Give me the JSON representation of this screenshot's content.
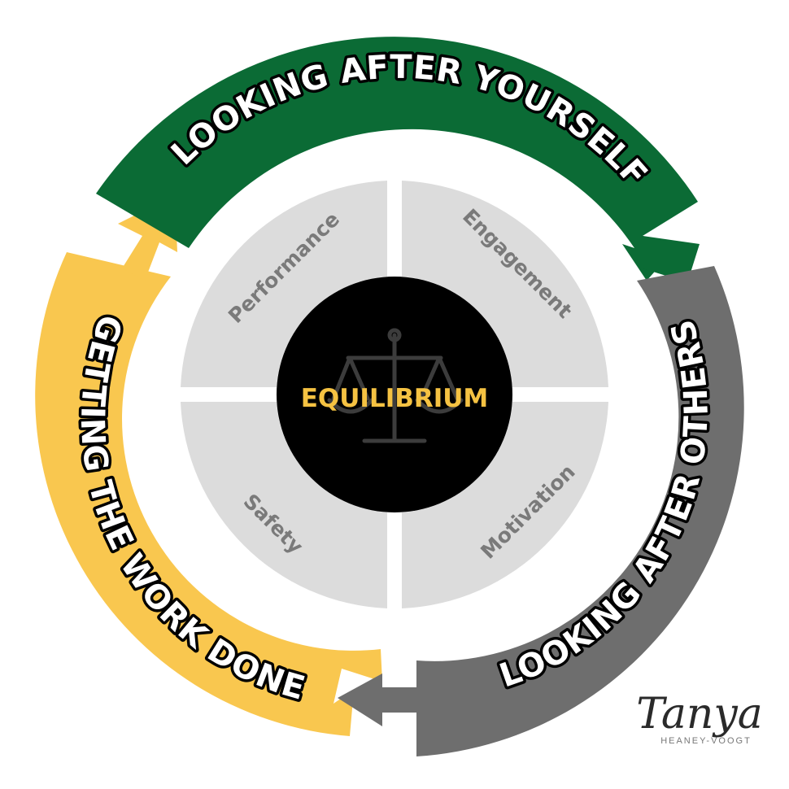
{
  "center": {
    "label": "EQUILIBRIUM",
    "icon": "balance-scale-icon"
  },
  "quadrants": {
    "top_left": "Performance",
    "top_right": "Engagement",
    "bottom_left": "Safety",
    "bottom_right": "Motivation"
  },
  "ring": {
    "top": "LOOKING AFTER YOURSELF",
    "right": "LOOKING AFTER OTHERS",
    "left": "GETTING THE WORK DONE"
  },
  "signature": {
    "name": "Tanya",
    "subtitle": "HEANEY-VOOGT"
  },
  "colors": {
    "green": "#0b6b35",
    "gray": "#6e6e6e",
    "yellow": "#f9c74f",
    "quadrant": "#dcdcdc",
    "center": "#000000",
    "accent_text": "#f5c242"
  }
}
